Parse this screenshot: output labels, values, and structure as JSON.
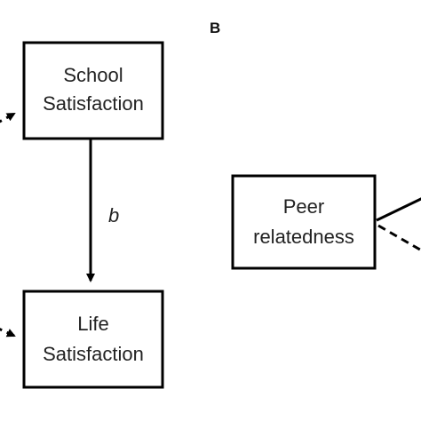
{
  "panel_b_label": "B",
  "nodes": {
    "school_satisfaction": {
      "line1": "School",
      "line2": "Satisfaction"
    },
    "life_satisfaction": {
      "line1": "Life",
      "line2": "Satisfaction"
    },
    "peer_relatedness": {
      "line1": "Peer",
      "line2": "relatedness"
    }
  },
  "edges": {
    "school_to_life_label": "b"
  },
  "colors": {
    "stroke": "#000000",
    "text": "#222222",
    "background": "#ffffff"
  }
}
